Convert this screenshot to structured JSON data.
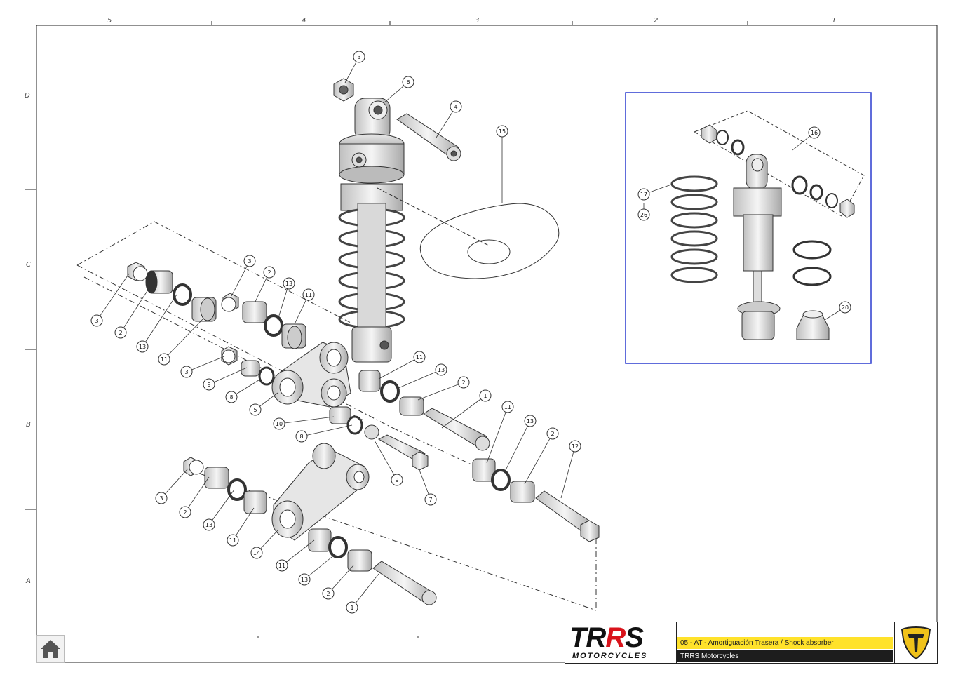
{
  "zones": {
    "columns": [
      "5",
      "4",
      "3",
      "2",
      "1"
    ],
    "rows": [
      "D",
      "C",
      "B",
      "A"
    ]
  },
  "title_block": {
    "logo_main": "TRRS",
    "logo_sub": "MOTORCYCLES",
    "title": "05 - AT - Amortiguación Trasera / Shock absorber",
    "company": "TRRS Motorcycles"
  },
  "callouts": [
    {
      "n": "3"
    },
    {
      "n": "6"
    },
    {
      "n": "4"
    },
    {
      "n": "15"
    },
    {
      "n": "3"
    },
    {
      "n": "2"
    },
    {
      "n": "13"
    },
    {
      "n": "11"
    },
    {
      "n": "3"
    },
    {
      "n": "2"
    },
    {
      "n": "13"
    },
    {
      "n": "11"
    },
    {
      "n": "3"
    },
    {
      "n": "9"
    },
    {
      "n": "8"
    },
    {
      "n": "5"
    },
    {
      "n": "11"
    },
    {
      "n": "13"
    },
    {
      "n": "2"
    },
    {
      "n": "1"
    },
    {
      "n": "10"
    },
    {
      "n": "8"
    },
    {
      "n": "9"
    },
    {
      "n": "7"
    },
    {
      "n": "11"
    },
    {
      "n": "13"
    },
    {
      "n": "2"
    },
    {
      "n": "12"
    },
    {
      "n": "3"
    },
    {
      "n": "2"
    },
    {
      "n": "13"
    },
    {
      "n": "11"
    },
    {
      "n": "14"
    },
    {
      "n": "11"
    },
    {
      "n": "13"
    },
    {
      "n": "2"
    },
    {
      "n": "1"
    },
    {
      "n": "16"
    },
    {
      "n": "17"
    },
    {
      "n": "26"
    },
    {
      "n": "20"
    }
  ],
  "colors": {
    "line": "#222222",
    "inset_border": "#2b3ccf",
    "title_yellow": "#ffe22a",
    "title_dark": "#1d1d1d",
    "logo_red": "#d9131b"
  },
  "icons": {
    "home": "home-icon",
    "emblem": "trrs-shield-emblem-icon"
  }
}
